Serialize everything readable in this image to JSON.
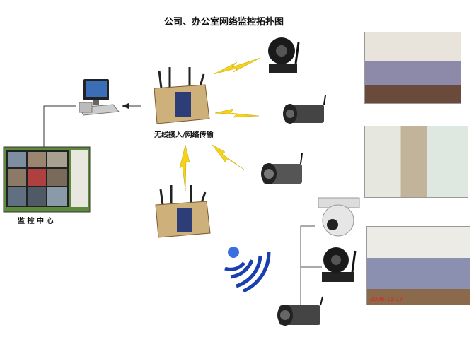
{
  "title": "公司、办公室网络监控拓扑图",
  "labels": {
    "wireless": "无线接入/网络传输",
    "control_center": "监 控 中 心"
  },
  "photos": [
    {
      "name": "office-view-1"
    },
    {
      "name": "office-view-2"
    },
    {
      "name": "office-view-3",
      "timestamp": "2008-11-17"
    }
  ],
  "colors": {
    "lightning": "#f2d21c",
    "wifi": "#1a3fb0",
    "timestamp": "#e02020"
  }
}
